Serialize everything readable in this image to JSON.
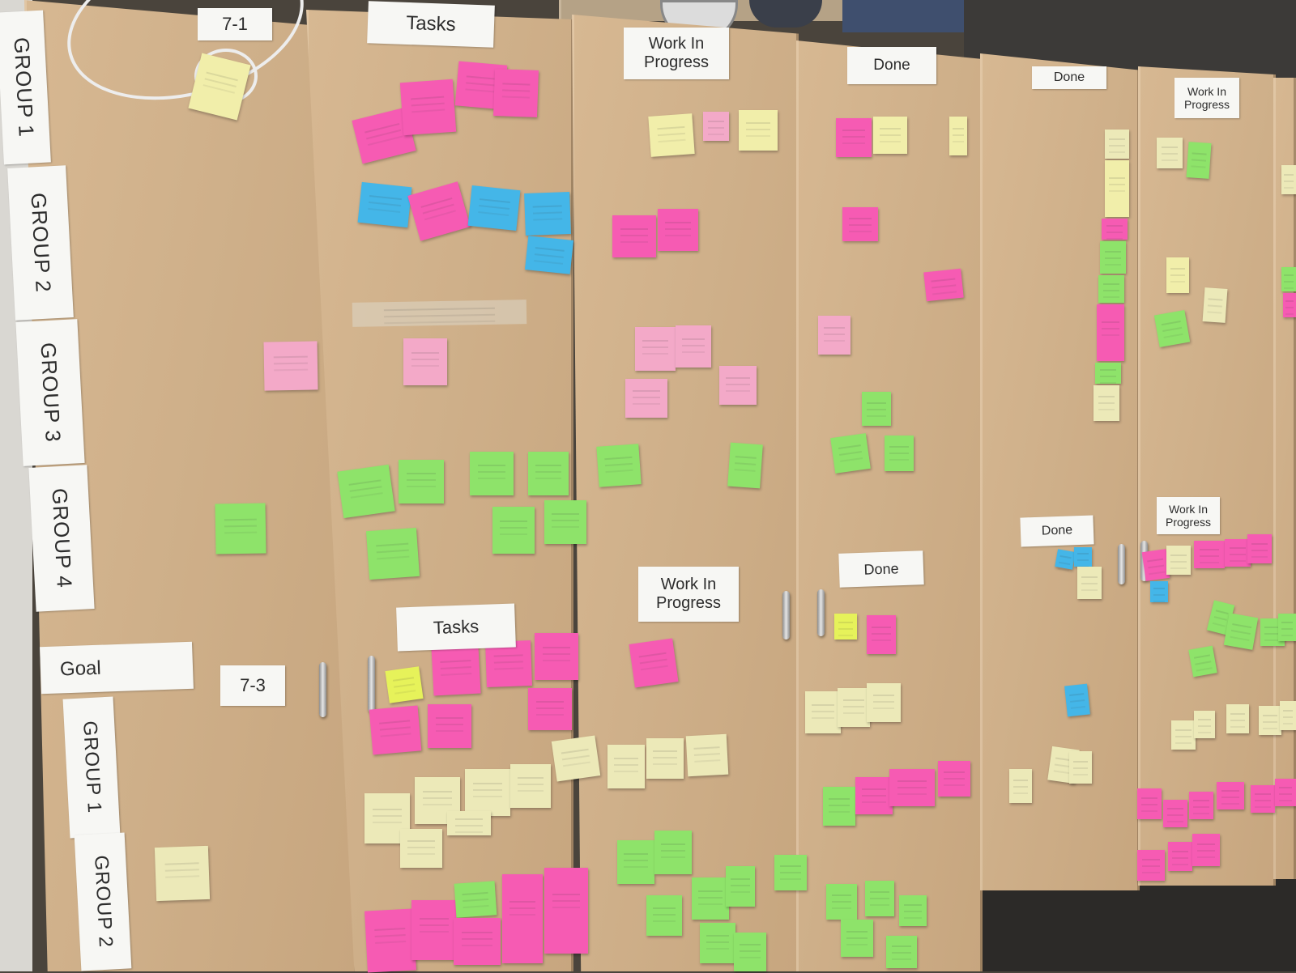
{
  "colors": {
    "pink": "#f65bb3",
    "lightpink": "#f3a9c8",
    "green": "#8ee36a",
    "yellow": "#f1eeaa",
    "cream": "#ece9b8",
    "blue": "#44b6e8",
    "lime": "#e6f25a"
  },
  "labels": {
    "row1_sprint": "7-1",
    "row1_tasks": "Tasks",
    "row1_wip": "Work In\nProgress",
    "row1_done": "Done",
    "right_done_top": "Done",
    "right_wip_top": "Work In\nProgress",
    "group1": "GROUP 1",
    "group2": "GROUP 2",
    "group3": "GROUP 3",
    "group4": "GROUP 4",
    "goal": "Goal",
    "row2_sprint": "7-3",
    "row2_tasks": "Tasks",
    "row2_wip": "Work In\nProgress",
    "row2_done": "Done",
    "right_done_mid": "Done",
    "right_wip_mid": "Work In\nProgress",
    "row2_group1": "GROUP 1",
    "row2_group2": "GROUP 2"
  }
}
